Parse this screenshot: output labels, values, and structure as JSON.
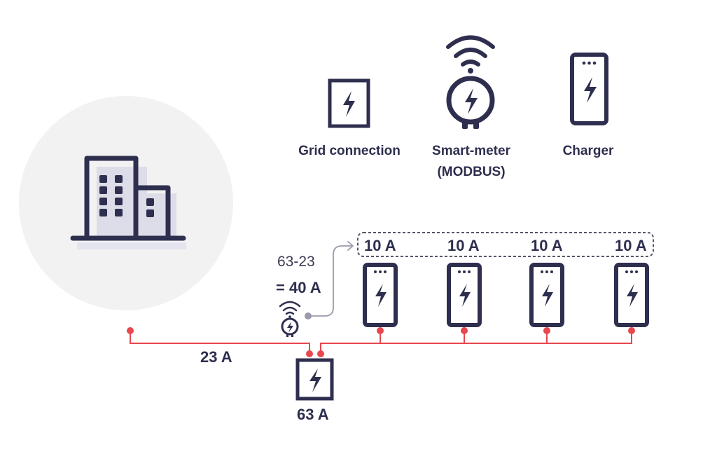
{
  "colors": {
    "navy": "#2e2e4f",
    "red": "#e8474f",
    "gray_circle": "#f2f2f2",
    "building_fill": "#dcdde8",
    "building_shadow": "#e4e4ee",
    "link_gray": "#9a9aaa"
  },
  "legend": {
    "grid": {
      "icon": "grid-connection-icon",
      "label": "Grid connection"
    },
    "meter": {
      "icon": "smart-meter-icon",
      "label_line1": "Smart-meter",
      "label_line2": "(MODBUS)"
    },
    "charger": {
      "icon": "charger-icon",
      "label": "Charger"
    }
  },
  "building": {
    "icon": "building-icon"
  },
  "circuit": {
    "building_load": "23 A",
    "grid_capacity": "63 A",
    "calc_line1": "63-23",
    "calc_line2": "= 40 A"
  },
  "chargers": [
    {
      "current": "10 A"
    },
    {
      "current": "10 A"
    },
    {
      "current": "10 A"
    },
    {
      "current": "10 A"
    }
  ]
}
